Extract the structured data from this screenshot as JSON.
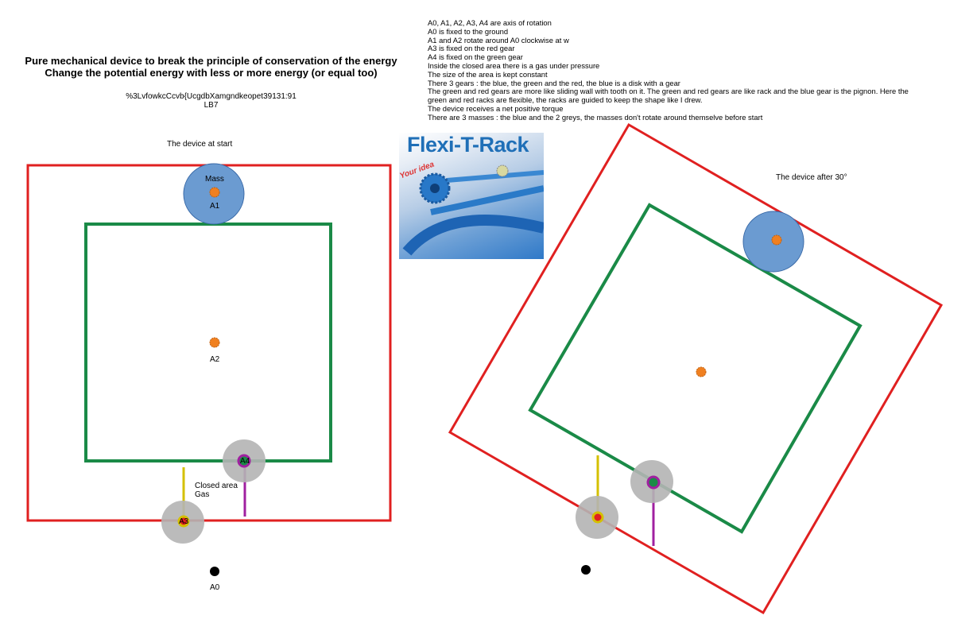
{
  "title": {
    "line1": "Pure mechanical device to break the principle of conservation of the energy",
    "line2": "Change the potential energy with less or more energy (or equal too)"
  },
  "subtitle": {
    "line1": "%3LvfowkcCcvb{UcgdbXamgndkeopet39131:91",
    "line2": "LB7"
  },
  "notes": [
    "A0, A1, A2, A3, A4 are axis of rotation",
    "A0 is fixed to the ground",
    "A1 and A2 rotate around A0 clockwise at w",
    "A3 is fixed on the red gear",
    "A4 is fixed on the green gear",
    "Inside the closed area there is a gas under pressure",
    "The size of the area is kept constant",
    "There 3 gears : the blue, the green and the red, the blue is a disk with a gear",
    "The green and red gears are more like sliding wall with tooth on it. The green and red gears are like rack and the blue gear is the pignon. Here the green and red racks are flexible, the racks are guided to keep the shape like I drew.",
    "The device receives a net positive torque",
    "There are 3 masses : the blue and the 2 greys, the masses don't rotate around themselve before start"
  ],
  "left_diagram": {
    "caption": "The device at start",
    "mass_label": "Mass",
    "a1": "A1",
    "a2": "A2",
    "a3": "A3",
    "a4": "A4",
    "a0": "A0",
    "gas_line1": "Closed area",
    "gas_line2": "Gas"
  },
  "right_diagram": {
    "caption": "The device after 30°"
  },
  "photo": {
    "brand": "Flexi-T-Rack",
    "tagline": "Your idea"
  },
  "colors": {
    "red_gear": "#e02020",
    "green_gear": "#1a8a47",
    "blue_mass": "#6b9bd1",
    "grey_mass": "#b4b4b4",
    "axis_orange": "#f08020",
    "yellow_arm": "#d4c000",
    "purple_arm": "#a020a0"
  }
}
